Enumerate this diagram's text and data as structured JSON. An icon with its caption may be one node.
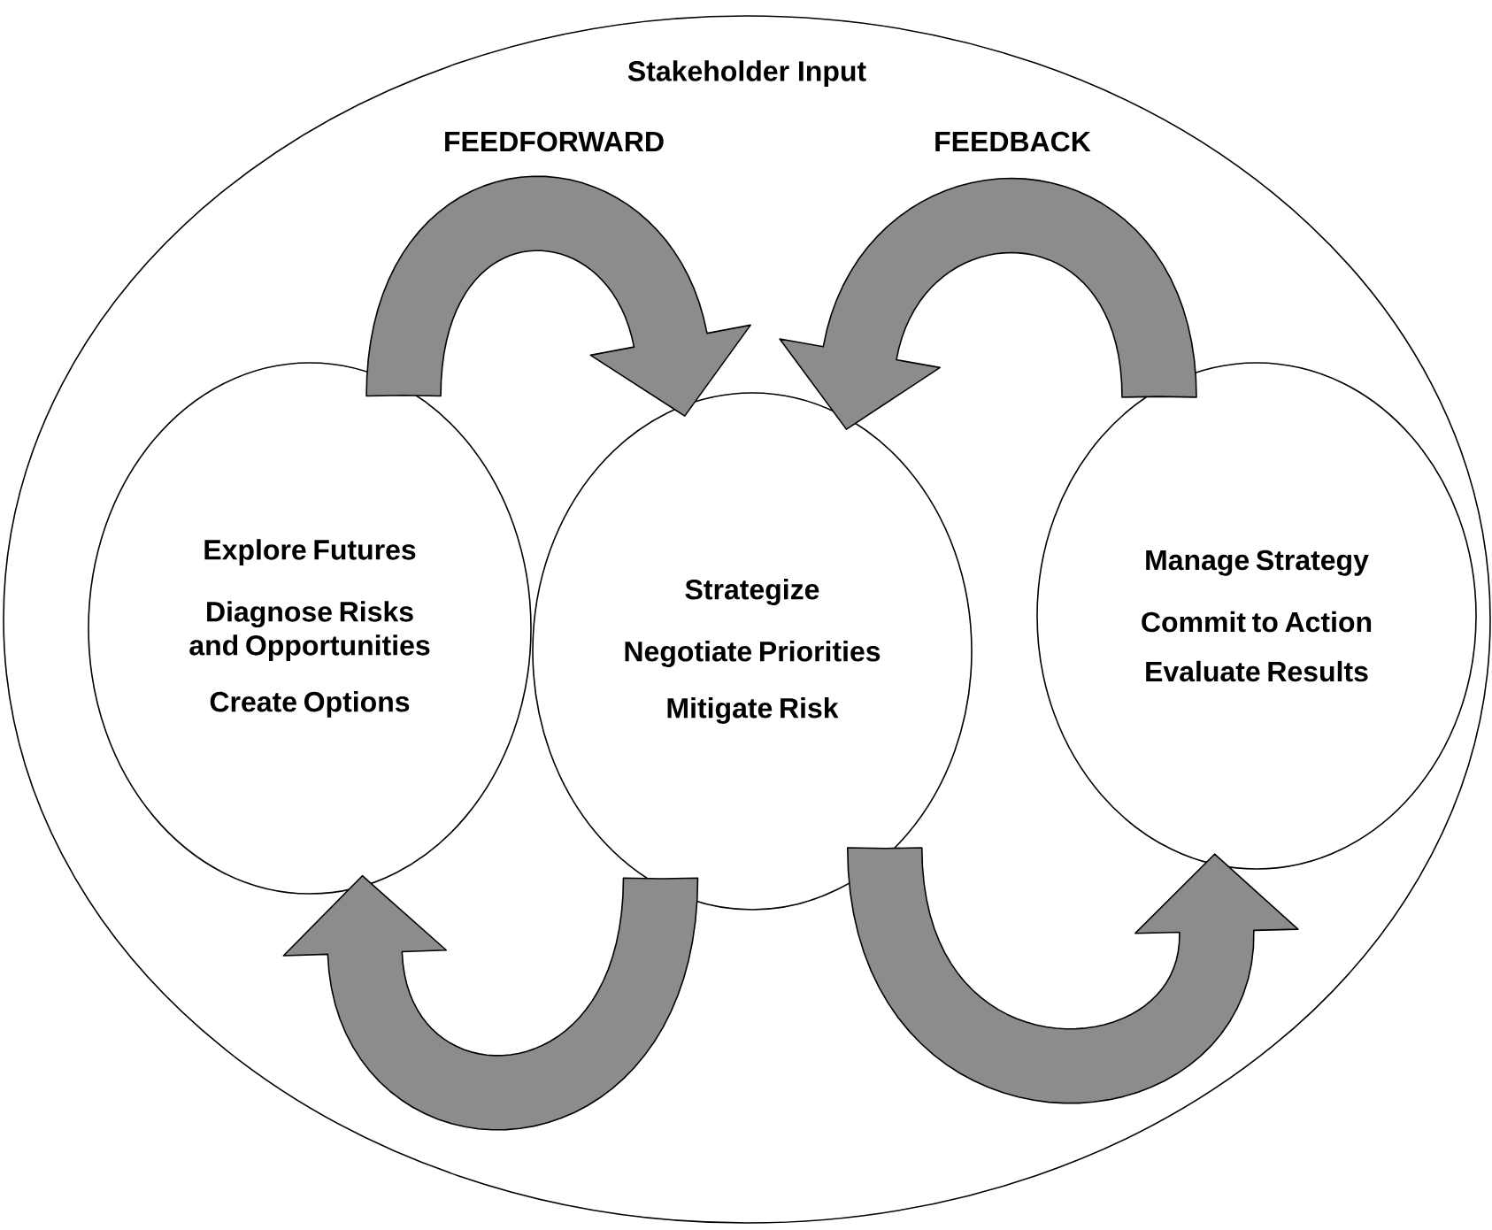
{
  "diagram": {
    "nodes": [
      {
        "text": [
          "Stakeholder Input"
        ]
      },
      {
        "text": [
          "Explore Futures",
          "Diagnose Risks and Opportunities",
          "Create Options"
        ],
        "in": 0
      },
      {
        "text": [
          "Strategize",
          "Negotiate Priorities",
          "Mitigate Risk"
        ],
        "in": 0
      },
      {
        "text": [
          "Manage Strategy",
          "Commit to Action",
          "Evaluate Results"
        ],
        "in": 0
      }
    ],
    "edges": [
      {
        "from": 1,
        "to": 2,
        "arrow": "to"
      },
      {
        "from": 3,
        "to": 2,
        "arrow": "to"
      },
      {
        "from": 2,
        "to": 1,
        "arrow": "to"
      },
      {
        "from": 2,
        "to": 3,
        "arrow": "to"
      }
    ],
    "labels": [
      "FEEDFORWARD",
      "FEEDBACK"
    ]
  }
}
